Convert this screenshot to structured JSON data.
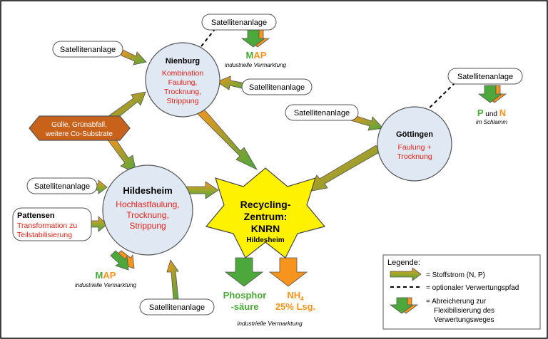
{
  "satellite_label": "Satellitenanlage",
  "nodes": {
    "nienburg": {
      "title": "Nienburg",
      "lines": [
        "Kombination",
        "Faulung,",
        "Trocknung,",
        "Strippung"
      ]
    },
    "hildesheim": {
      "title": "Hildesheim",
      "lines": [
        "Hochlastfaulung,",
        "Trocknung,",
        "Strippung"
      ]
    },
    "goettingen": {
      "title": "Göttingen",
      "lines": [
        "Faulung  +",
        "Trocknung"
      ]
    },
    "pattensen": {
      "title": "Pattensen",
      "lines": [
        "Transformation zu",
        "Teilstabilisierung"
      ]
    },
    "guelle": {
      "lines": [
        "Gülle, Grünabfall,",
        "weitere Co-Substrate"
      ]
    }
  },
  "center": {
    "lines": [
      "Recycling-",
      "Zentrum:",
      "KNRN"
    ],
    "sub": "Hildesheim"
  },
  "map": {
    "m": "M",
    "ap": "AP",
    "note": "industrielle Vermarktung"
  },
  "pn": {
    "p": "P",
    "und": " und ",
    "n": "N",
    "note": "im Schlamm"
  },
  "outputs": {
    "phosphor": [
      "Phosphor",
      "-säure"
    ],
    "nh4_base": "NH",
    "nh4_sub": "4",
    "nh4_line2": "25% Lsg.",
    "note": "industrielle Vermarktung"
  },
  "legend": {
    "title": "Legende:",
    "items": [
      "= Stoffstrom (N, P)",
      "= optionaler Verwertungspfad",
      "= Abreicherung zur",
      "Flexibilisierung des",
      "Verwertungsweges"
    ]
  },
  "colors": {
    "orange": "#f7941d",
    "green": "#4da83b",
    "red": "#e2231a",
    "node_fill": "#dfe8f3",
    "star": "#fff200",
    "guelle": "#c8621b"
  }
}
